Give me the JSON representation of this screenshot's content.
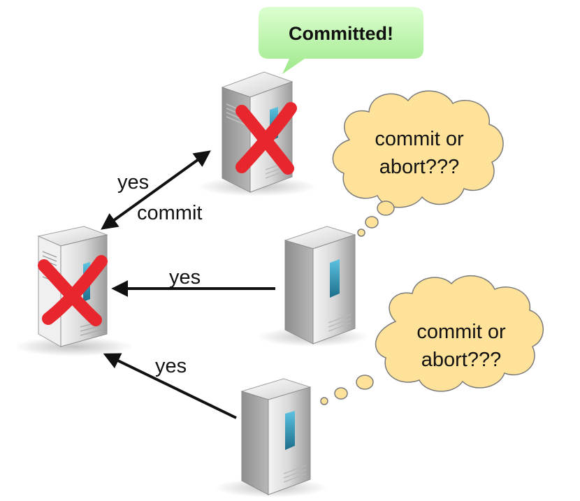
{
  "speech_bubble": {
    "text": "Committed!",
    "color": "#b6f0a0"
  },
  "thought_bubbles": [
    {
      "line1": "commit or",
      "line2": "abort???"
    },
    {
      "line1": "commit or",
      "line2": "abort???"
    }
  ],
  "arrows": {
    "top_label_yes": "yes",
    "top_label_commit": "commit",
    "middle_label": "yes",
    "bottom_label": "yes"
  },
  "servers": [
    {
      "name": "coordinator",
      "crashed": true
    },
    {
      "name": "participant-top",
      "crashed": true
    },
    {
      "name": "participant-middle",
      "crashed": false
    },
    {
      "name": "participant-bottom",
      "crashed": false
    }
  ],
  "colors": {
    "crash_mark": "#e8262d",
    "thought_fill": "#ffe29a",
    "screen_accent": "#3aa7c9"
  }
}
